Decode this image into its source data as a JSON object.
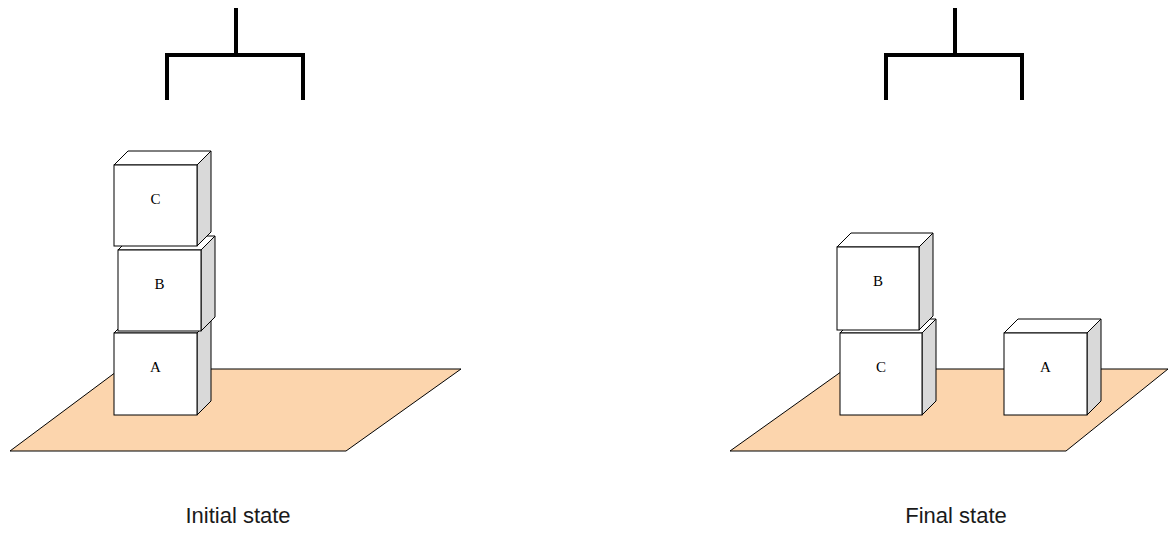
{
  "diagram": {
    "nodes": [
      {
        "text": [
          "C"
        ]
      },
      {
        "text": [
          "B"
        ]
      },
      {
        "text": [
          "A"
        ]
      },
      {
        "text": [
          "B"
        ]
      },
      {
        "text": [
          "C"
        ]
      },
      {
        "text": [
          "A"
        ]
      }
    ],
    "labels": [
      "Initial state",
      "Final state"
    ]
  }
}
